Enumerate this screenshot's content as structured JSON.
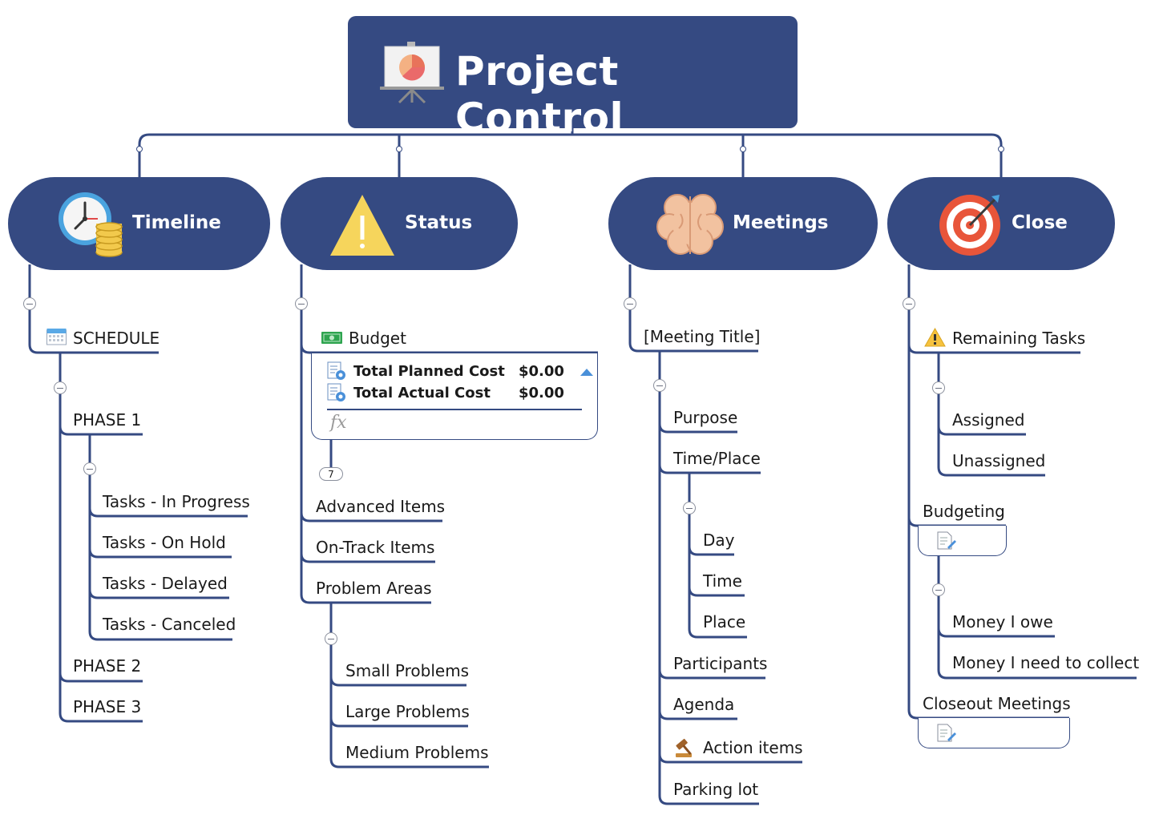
{
  "root": {
    "title": "Project Control",
    "icon": "presentation-chart-icon"
  },
  "branches": [
    {
      "title": "Timeline",
      "icon": "clock-coins-icon"
    },
    {
      "title": "Status",
      "icon": "warning-triangle-icon"
    },
    {
      "title": "Meetings",
      "icon": "brain-icon"
    },
    {
      "title": "Close",
      "icon": "target-icon"
    }
  ],
  "timeline": {
    "schedule": "SCHEDULE",
    "phase1": "PHASE 1",
    "tasks": [
      "Tasks - In Progress",
      "Tasks - On Hold",
      "Tasks - Delayed",
      "Tasks - Canceled"
    ],
    "phase2": "PHASE 2",
    "phase3": "PHASE 3"
  },
  "status": {
    "budget": "Budget",
    "planned_label": "Total Planned Cost",
    "planned_value": "$0.00",
    "actual_label": "Total Actual Cost",
    "actual_value": "$0.00",
    "formula": "fx",
    "hidden_count": "7",
    "items": [
      "Advanced Items",
      "On-Track Items",
      "Problem Areas"
    ],
    "problems": [
      "Small Problems",
      "Large Problems",
      "Medium Problems"
    ]
  },
  "meetings": {
    "title": "[Meeting Title]",
    "items": [
      "Purpose",
      "Time/Place"
    ],
    "timeplace": [
      "Day",
      "Time",
      "Place"
    ],
    "more": [
      "Participants",
      "Agenda",
      "Action items",
      "Parking lot"
    ]
  },
  "close": {
    "remaining": "Remaining Tasks",
    "remaining_sub": [
      "Assigned",
      "Unassigned"
    ],
    "budgeting": "Budgeting",
    "money": [
      "Money I owe",
      "Money I need to collect"
    ],
    "closeout": "Closeout Meetings"
  },
  "colors": {
    "primary": "#354a82",
    "white": "#ffffff",
    "toggle": "#8a8f9c"
  }
}
